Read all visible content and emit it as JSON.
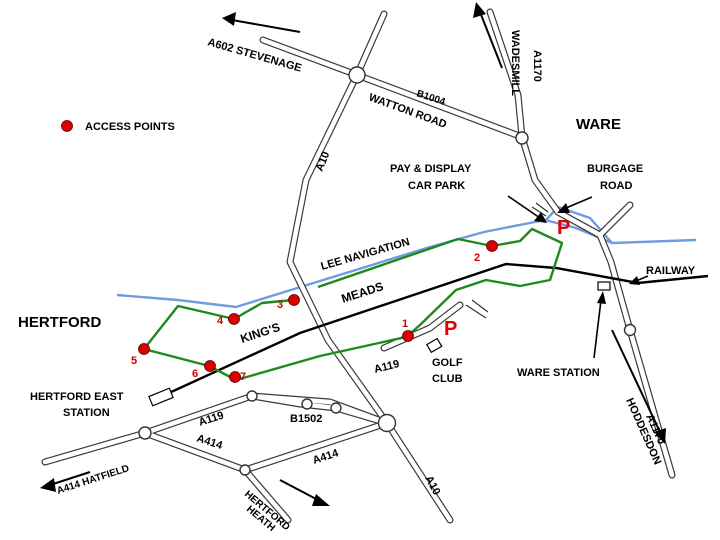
{
  "legend": {
    "label": "ACCESS POINTS"
  },
  "places": {
    "ware": "WARE",
    "hertford": "HERTFORD",
    "kings": "KING'S",
    "meads": "MEADS"
  },
  "features": {
    "car_park_line1": "PAY & DISPLAY",
    "car_park_line2": "CAR PARK",
    "burgage_line1": "BURGAGE",
    "burgage_line2": "ROAD",
    "railway": "RAILWAY",
    "ware_station": "WARE STATION",
    "hertford_east_line1": "HERTFORD EAST",
    "hertford_east_line2": "STATION",
    "golf_line1": "GOLF",
    "golf_line2": "CLUB",
    "lee_navigation": "LEE NAVIGATION",
    "parking_symbol": "P"
  },
  "roads": {
    "a602": "A602 STEVENAGE",
    "b1004": "B1004",
    "watton_road": "WATTON ROAD",
    "a1170_north": "A1170",
    "wadesmill": "WADESMILL",
    "a10_north": "A10",
    "a10_south": "A10",
    "a119_center": "A119",
    "a119_sw": "A119",
    "b1502": "B1502",
    "a414_west": "A414",
    "a414_east": "A414",
    "a414_hatfield": "A414 HATFIELD",
    "hertford_heath_line1": "HERTFORD",
    "hertford_heath_line2": "HEATH",
    "a1170_south": "A1170",
    "hoddesdon": "HODDESDON"
  },
  "access_points": [
    "1",
    "2",
    "3",
    "4",
    "5",
    "6",
    "7"
  ],
  "colors": {
    "river": "#6f9be0",
    "trail": "#1d8a1d",
    "access_point": "#dd0000",
    "parking": "#e00000",
    "road_casing": "#3a3a3a"
  }
}
